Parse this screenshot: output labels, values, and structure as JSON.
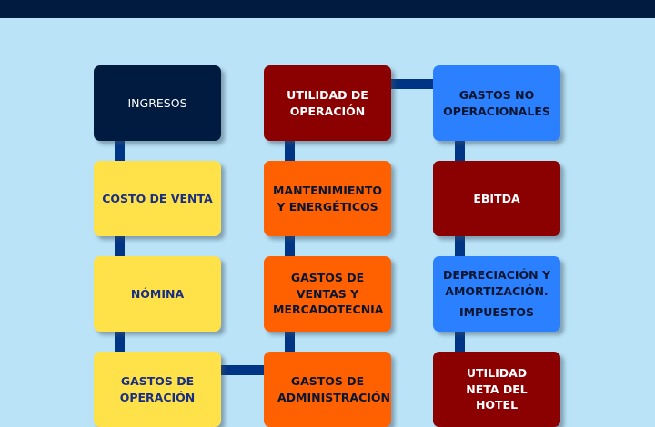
{
  "boxes": {
    "ingresos": "INGRESOS",
    "costo_venta": "COSTO DE VENTA",
    "nomina": "NÓMINA",
    "gastos_operacion": "GASTOS DE OPERACIÓN",
    "utilidad_operacion": "UTILIDAD DE OPERACIÓN",
    "mantenimiento": "MANTENIMIENTO Y ENERGÉTICOS",
    "gastos_ventas": "GASTOS DE VENTAS Y MERCADOTECNIA",
    "gastos_admin": "GASTOS DE ADMINISTRACIÓN",
    "gastos_no_op": "GASTOS NO OPERACIONALES",
    "ebitda": "EBITDA",
    "depreciacion": "DEPRECIACIÓN Y AMORTIZACIÓN.",
    "impuestos": "IMPUESTOS",
    "utilidad_neta": "UTILIDAD NETA DEL HOTEL"
  }
}
